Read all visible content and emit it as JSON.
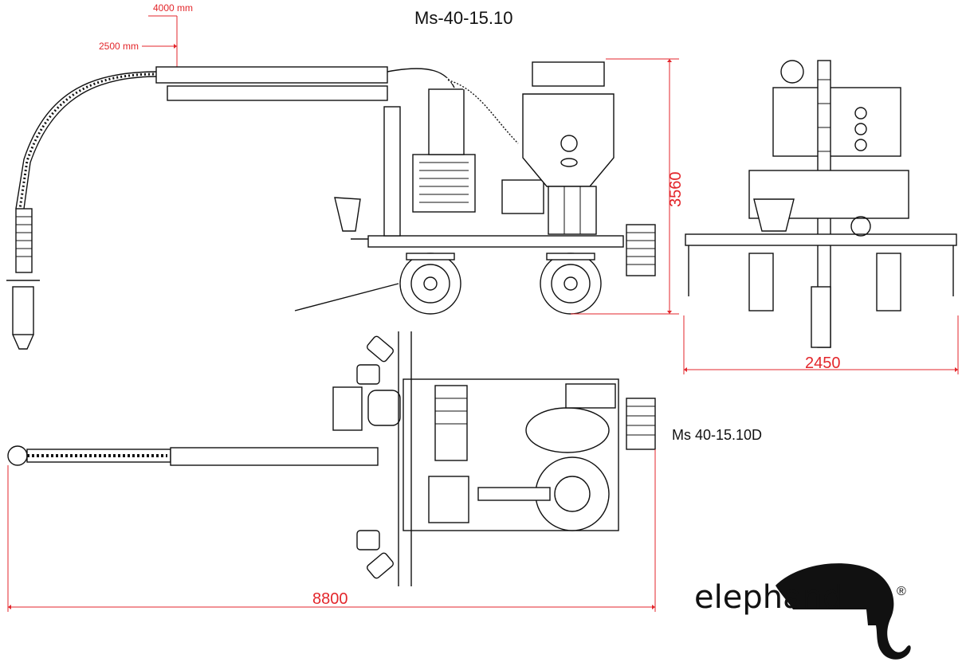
{
  "title": "Ms-40-15.10",
  "variant_label": "Ms 40-15.10D",
  "dimensions": {
    "height_side": "3560",
    "width_front": "2450",
    "length_top": "8800",
    "reach_height": "4000 mm",
    "reach_width": "2500 mm"
  },
  "brand": {
    "name": "elephand",
    "registered_mark": "®"
  },
  "colors": {
    "dimension_lines": "#e3262b",
    "linework": "#111111",
    "background": "#ffffff"
  }
}
